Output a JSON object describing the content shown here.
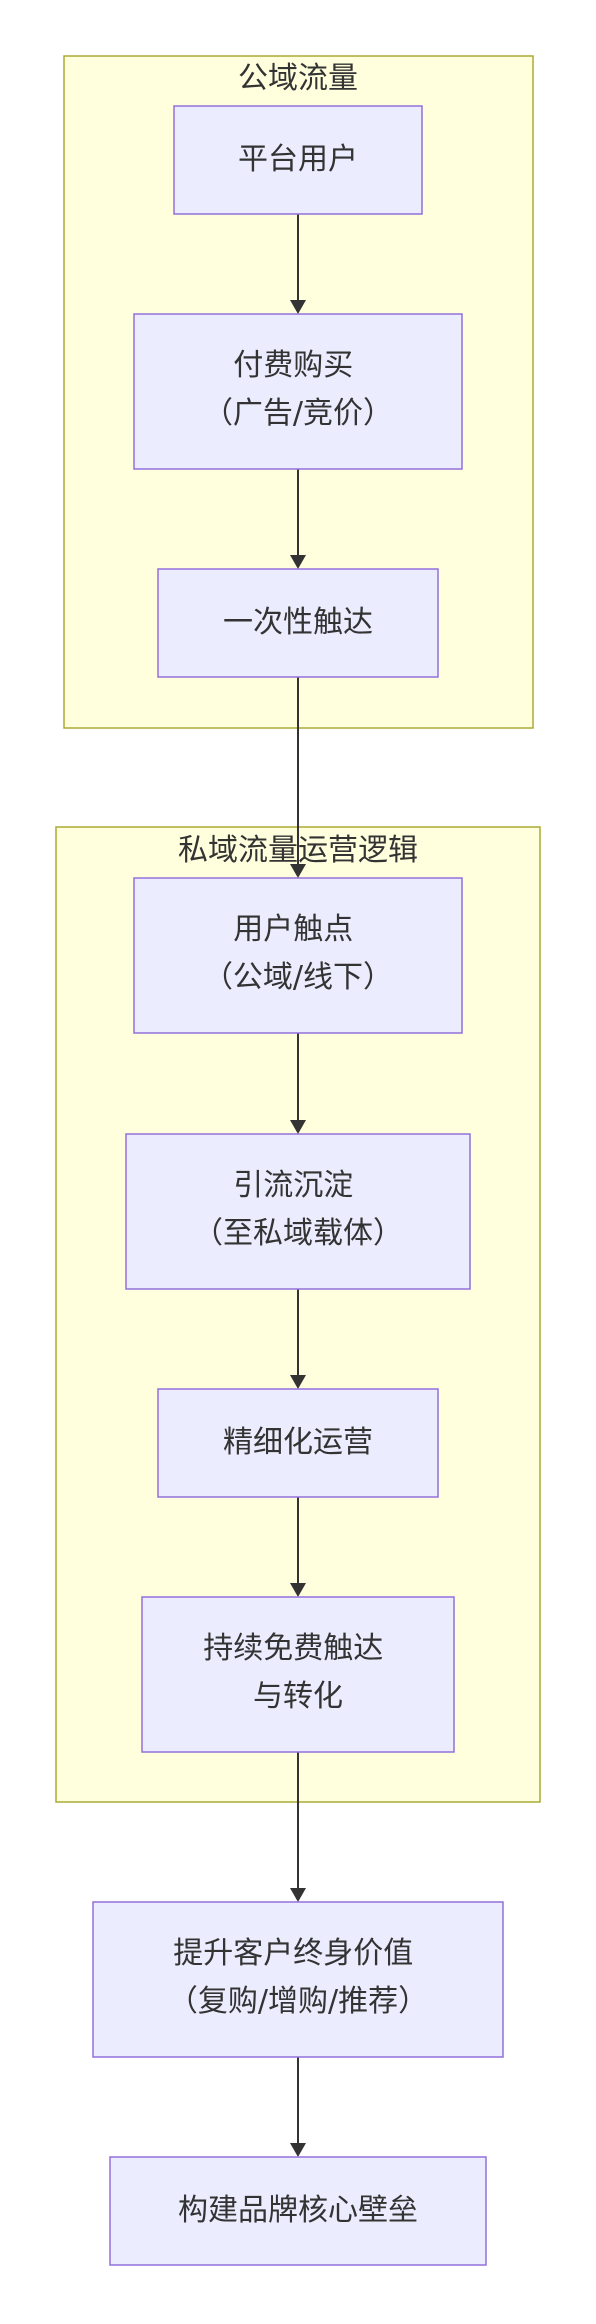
{
  "clusters": [
    {
      "id": "public",
      "title": "公域流量"
    },
    {
      "id": "private",
      "title": "私域流量运营逻辑"
    }
  ],
  "nodes": [
    {
      "id": "n1",
      "lines": [
        "平台用户"
      ]
    },
    {
      "id": "n2",
      "lines": [
        "付费购买",
        "（广告/竞价）"
      ]
    },
    {
      "id": "n3",
      "lines": [
        "一次性触达"
      ]
    },
    {
      "id": "n4",
      "lines": [
        "用户触点",
        "（公域/线下）"
      ]
    },
    {
      "id": "n5",
      "lines": [
        "引流沉淀",
        "（至私域载体）"
      ]
    },
    {
      "id": "n6",
      "lines": [
        "精细化运营"
      ]
    },
    {
      "id": "n7",
      "lines": [
        "持续免费触达",
        "与转化"
      ]
    },
    {
      "id": "n8",
      "lines": [
        "提升客户终身价值",
        "（复购/增购/推荐）"
      ]
    },
    {
      "id": "n9",
      "lines": [
        "构建品牌核心壁垒"
      ]
    }
  ],
  "edges": [
    {
      "from": "n1",
      "to": "n2"
    },
    {
      "from": "n2",
      "to": "n3"
    },
    {
      "from": "n3",
      "to": "n4"
    },
    {
      "from": "n4",
      "to": "n5"
    },
    {
      "from": "n5",
      "to": "n6"
    },
    {
      "from": "n6",
      "to": "n7"
    },
    {
      "from": "n7",
      "to": "n8"
    },
    {
      "from": "n8",
      "to": "n9"
    }
  ],
  "colors": {
    "cluster_fill": "#ffffde",
    "cluster_stroke": "#aaaa33",
    "node_fill": "#ececff",
    "node_stroke": "#9370db",
    "text": "#333333",
    "edge": "#333333"
  }
}
